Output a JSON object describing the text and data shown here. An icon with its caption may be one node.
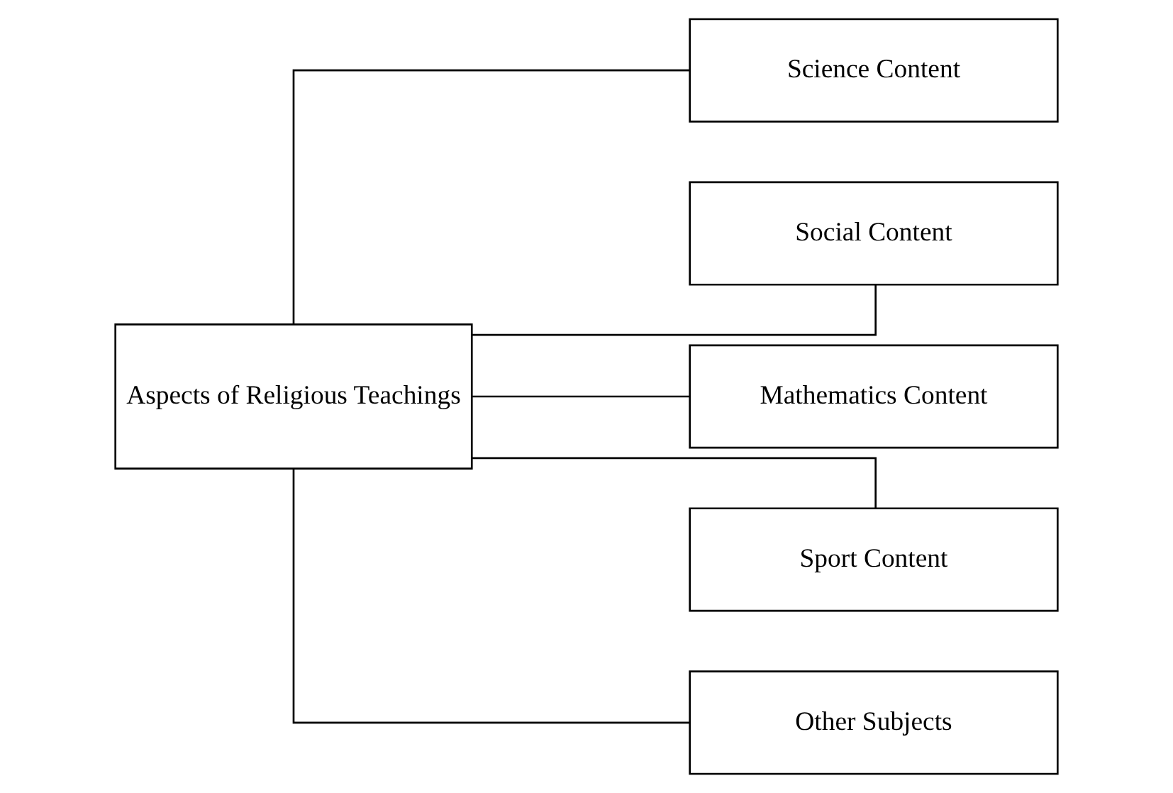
{
  "diagram": {
    "nodes": [
      {
        "text": [
          "Aspects of Religious Teachings"
        ]
      },
      {
        "text": [
          "Science Content"
        ]
      },
      {
        "text": [
          "Social Content"
        ]
      },
      {
        "text": [
          "Mathematics Content"
        ]
      },
      {
        "text": [
          "Sport Content"
        ]
      },
      {
        "text": [
          "Other Subjects"
        ]
      }
    ],
    "edges": [
      {
        "from": 0,
        "to": 1,
        "arrow": "none"
      },
      {
        "from": 0,
        "to": 2,
        "arrow": "none"
      },
      {
        "from": 0,
        "to": 3,
        "arrow": "none"
      },
      {
        "from": 0,
        "to": 4,
        "arrow": "none"
      },
      {
        "from": 0,
        "to": 5,
        "arrow": "none"
      }
    ]
  }
}
